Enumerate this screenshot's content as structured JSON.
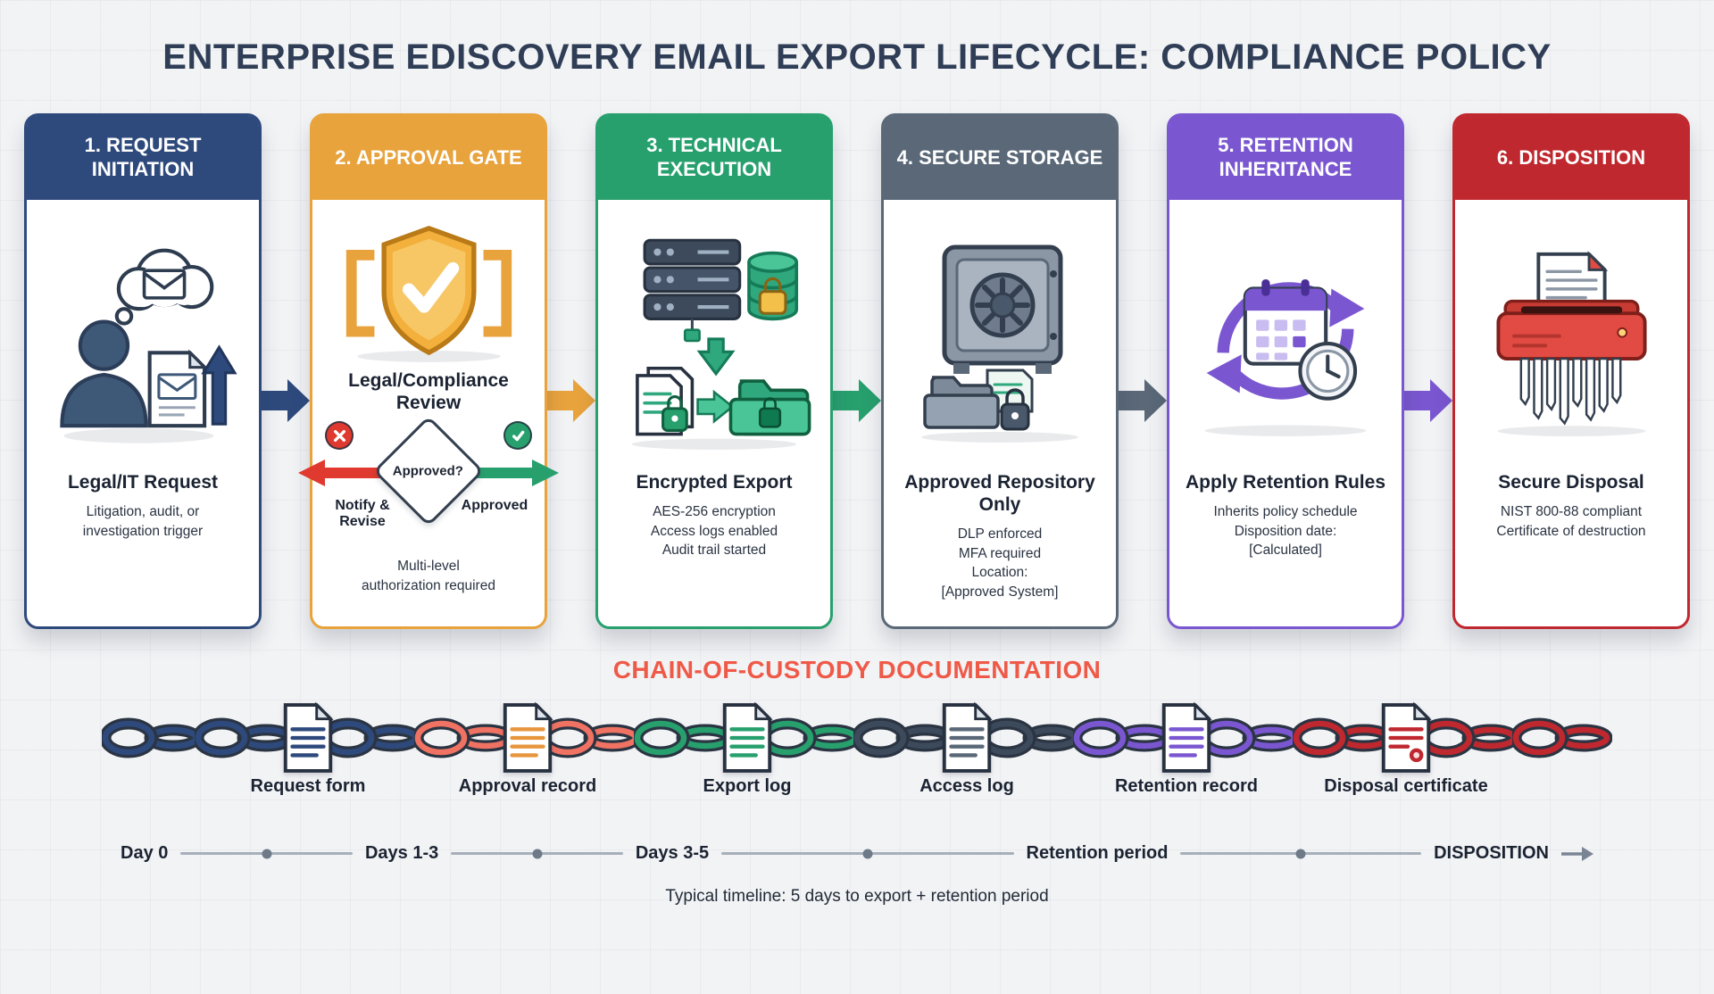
{
  "page": {
    "title": "ENTERPRISE EDISCOVERY EMAIL EXPORT LIFECYCLE: COMPLIANCE POLICY"
  },
  "stages": [
    {
      "header": "1. REQUEST INITIATION",
      "color": "#2e4a7d",
      "heading": "Legal/IT Request",
      "details": [
        "Litigation, audit, or",
        "investigation trigger"
      ]
    },
    {
      "header": "2. APPROVAL GATE",
      "color": "#e8a33d",
      "heading": "Legal/Compliance Review",
      "details": [
        "Multi-level",
        "authorization required"
      ]
    },
    {
      "header": "3. TECHNICAL EXECUTION",
      "color": "#27a06e",
      "heading": "Encrypted Export",
      "details": [
        "AES-256 encryption",
        "Access logs enabled",
        "Audit trail started"
      ]
    },
    {
      "header": "4. SECURE STORAGE",
      "color": "#5a6878",
      "heading": "Approved Repository Only",
      "details": [
        "DLP enforced",
        "MFA required",
        "Location:",
        "[Approved System]"
      ]
    },
    {
      "header": "5. RETENTION INHERITANCE",
      "color": "#7a57d1",
      "heading": "Apply Retention Rules",
      "details": [
        "Inherits policy schedule",
        "Disposition date:",
        "[Calculated]"
      ]
    },
    {
      "header": "6. DISPOSITION",
      "color": "#c0282f",
      "heading": "Secure Disposal",
      "details": [
        "NIST 800-88 compliant",
        "Certificate of destruction"
      ]
    }
  ],
  "approval_decision": {
    "question": "Approved?",
    "reject_label": "Notify & Revise",
    "approve_label": "Approved",
    "reject_color": "#e0392f",
    "approve_color": "#27a06e"
  },
  "connectors": [
    "#2e4a7d",
    "#e8a33d",
    "#27a06e",
    "#5a6878",
    "#7a57d1"
  ],
  "chain": {
    "title": "CHAIN-OF-CUSTODY DOCUMENTATION",
    "title_color": "#ef5a48",
    "documents": [
      {
        "label": "Request form",
        "color": "#2e4a7d"
      },
      {
        "label": "Approval record",
        "color": "#e8963d"
      },
      {
        "label": "Export log",
        "color": "#27a06e"
      },
      {
        "label": "Access log",
        "color": "#5a6878"
      },
      {
        "label": "Retention record",
        "color": "#7a57d1"
      },
      {
        "label": "Disposal certificate",
        "color": "#c0282f"
      }
    ],
    "link_segments": [
      {
        "left": "#2e4a7d",
        "right": "#2e4a7d"
      },
      {
        "left": "#2e4a7d",
        "right": "#ef7263"
      },
      {
        "left": "#ef7263",
        "right": "#27a06e"
      },
      {
        "left": "#27a06e",
        "right": "#3d4a5c"
      },
      {
        "left": "#3d4a5c",
        "right": "#7a57d1"
      },
      {
        "left": "#7a57d1",
        "right": "#c0282f"
      },
      {
        "left": "#c0282f",
        "right": "#c0282f"
      }
    ]
  },
  "timeline": {
    "labels": [
      "Day 0",
      "Days 1-3",
      "Days 3-5",
      "Retention period",
      "DISPOSITION"
    ],
    "caption": "Typical timeline: 5 days to export + retention period"
  }
}
